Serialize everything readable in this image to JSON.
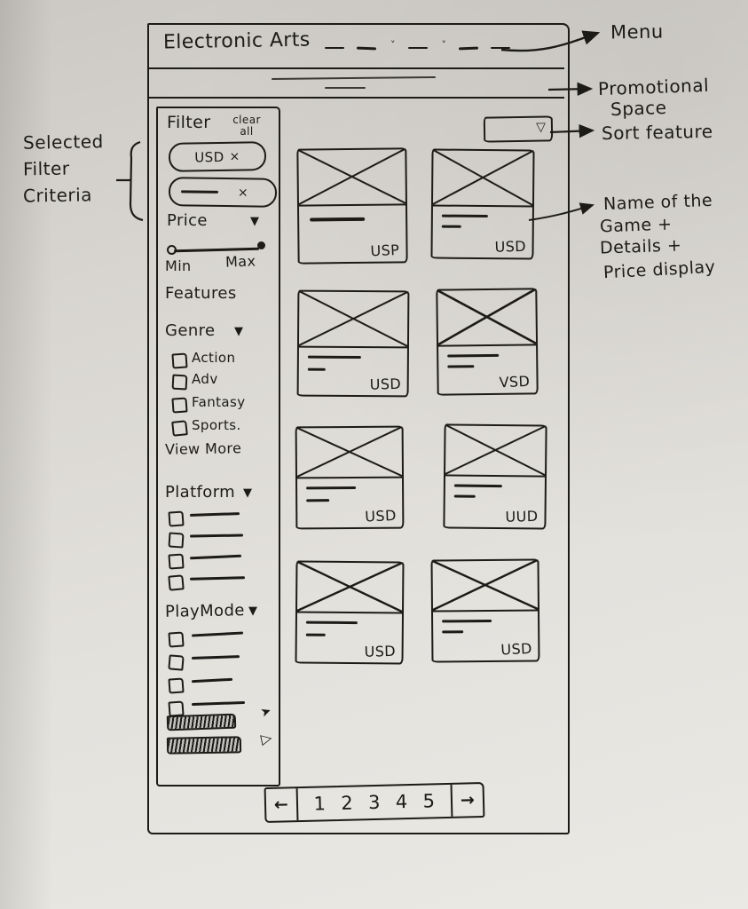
{
  "header": {
    "brand": "Electronic Arts",
    "menu_item_count": 5,
    "menu_dropdown_items": [
      2,
      3
    ]
  },
  "annotations": {
    "menu": "Menu",
    "promo_line1": "Promotional",
    "promo_line2": "Space",
    "sort": "Sort feature",
    "selected_line1": "Selected",
    "selected_line2": "Filter",
    "selected_line3": "Criteria",
    "card_line1": "Name of the",
    "card_line2": "Game +",
    "card_line3": "Details +",
    "card_line4": "Price display"
  },
  "sidebar": {
    "title": "Filter",
    "clear_all": "clear all",
    "chips": [
      {
        "label": "USD",
        "close": "x"
      },
      {
        "label": "",
        "close": "x"
      }
    ],
    "price": {
      "label": "Price",
      "min": "Min",
      "max": "Max"
    },
    "features_label": "Features",
    "genre": {
      "label": "Genre",
      "options": [
        "Action",
        "Adv",
        "Fantasy",
        "Sports."
      ],
      "view_more": "View More"
    },
    "platform": {
      "label": "Platform",
      "blank_option_count": 4
    },
    "playmode": {
      "label": "PlayMode",
      "blank_option_count": 4
    }
  },
  "grid": {
    "cards": [
      {
        "price": "USP"
      },
      {
        "price": "USD"
      },
      {
        "price": "USD"
      },
      {
        "price": "VSD"
      },
      {
        "price": "USD"
      },
      {
        "price": "UUD"
      },
      {
        "price": "USD"
      },
      {
        "price": "USD"
      }
    ]
  },
  "pagination": {
    "prev": "←",
    "pages": [
      "1",
      "2",
      "3",
      "4",
      "5"
    ],
    "next": "→"
  },
  "icons": {
    "dropdown": "▼",
    "close": "×",
    "sort_dropdown": "▽",
    "chevron": "˅",
    "bar_arrow_filled": "➤",
    "bar_arrow_outline": "▷"
  },
  "colors": {
    "ink": "#1c1b18",
    "paper": "#dddbd6"
  }
}
